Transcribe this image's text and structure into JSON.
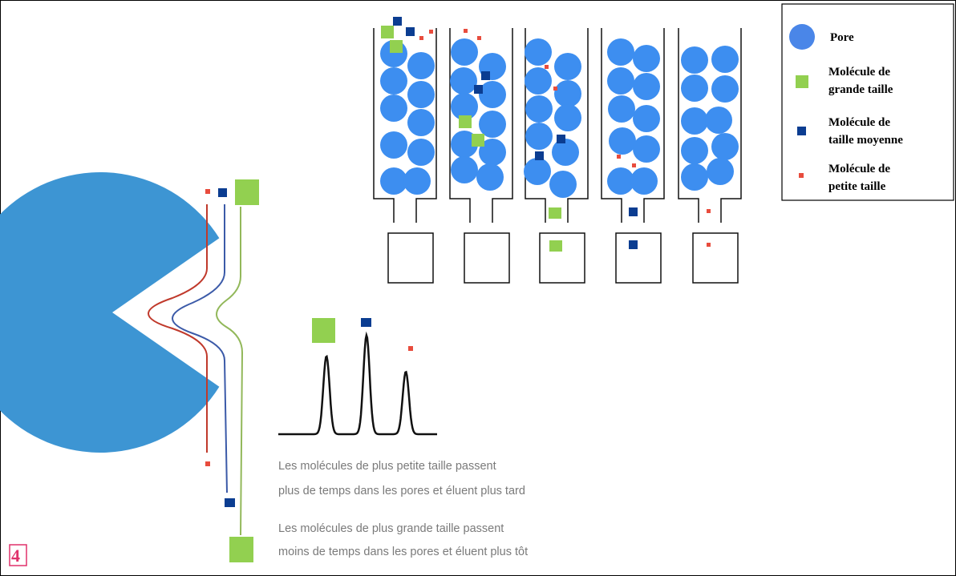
{
  "figure": {
    "number": "4",
    "colors": {
      "pore": "#4a86e8",
      "pore_bead": "#3d8ef0",
      "large_molecule": "#92d050",
      "medium_molecule": "#0b3d91",
      "small_molecule": "#e84c3d",
      "pacman": "#3d95d3",
      "path_large": "#92b85a",
      "path_medium": "#3b5aa8",
      "path_small": "#c0392b"
    }
  },
  "legend": {
    "items": [
      {
        "symbol": "pore-circle",
        "label_lines": [
          "Pore"
        ]
      },
      {
        "symbol": "large-square",
        "label_lines": [
          "Molécule de",
          "grande taille"
        ]
      },
      {
        "symbol": "medium-square",
        "label_lines": [
          "Molécule de",
          "taille moyenne"
        ]
      },
      {
        "symbol": "small-square",
        "label_lines": [
          "Molécule de",
          "petite taille"
        ]
      }
    ]
  },
  "captions": {
    "small": [
      "Les molécules de plus petite taille passent",
      "plus de temps dans les pores et éluent plus tard"
    ],
    "large": [
      "Les molécules de plus grande taille passent",
      "moins de temps dans les pores et éluent plus tôt"
    ]
  },
  "columns": {
    "count": 5,
    "collected_in_tube": [
      "",
      "",
      "large",
      "medium",
      "small"
    ]
  },
  "chromatogram": {
    "peak_order": [
      "large",
      "medium",
      "small"
    ],
    "relative_heights": [
      0.75,
      0.95,
      0.6
    ]
  }
}
